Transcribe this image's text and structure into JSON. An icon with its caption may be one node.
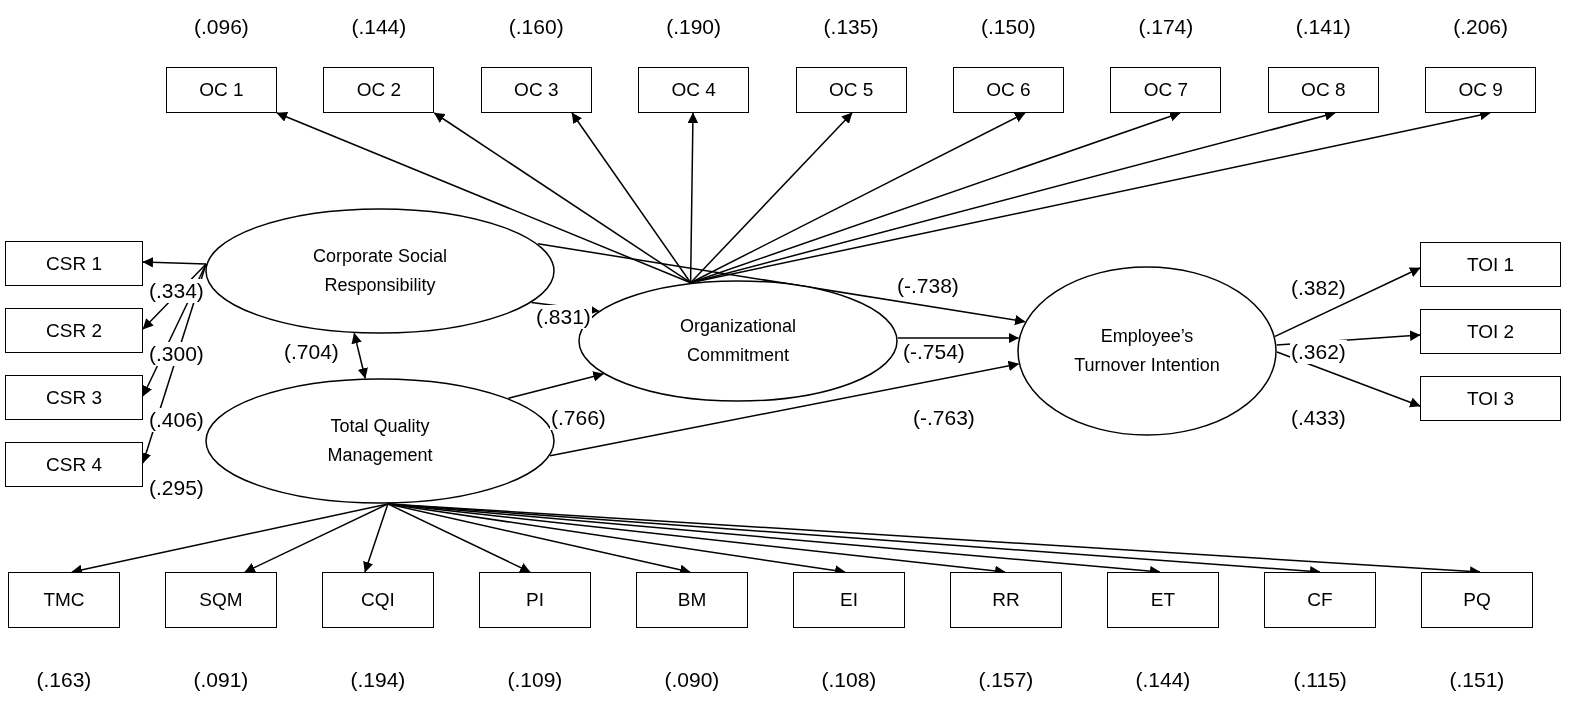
{
  "diagram": {
    "nodes": [
      {
        "text": [
          "OC 1"
        ],
        "beside": [
          "(.096)"
        ]
      },
      {
        "text": [
          "OC 2"
        ],
        "beside": [
          "(.144)"
        ]
      },
      {
        "text": [
          "OC 3"
        ],
        "beside": [
          "(.160)"
        ]
      },
      {
        "text": [
          "OC 4"
        ],
        "beside": [
          "(.190)"
        ]
      },
      {
        "text": [
          "OC 5"
        ],
        "beside": [
          "(.135)"
        ]
      },
      {
        "text": [
          "OC 6"
        ],
        "beside": [
          "(.150)"
        ]
      },
      {
        "text": [
          "OC 7"
        ],
        "beside": [
          "(.174)"
        ]
      },
      {
        "text": [
          "OC 8"
        ],
        "beside": [
          "(.141)"
        ]
      },
      {
        "text": [
          "OC 9"
        ],
        "beside": [
          "(.206)"
        ]
      },
      {
        "text": [
          "Corporate Social Responsibility"
        ]
      },
      {
        "text": [
          "CSR 1"
        ]
      },
      {
        "text": [
          "CSR 2"
        ]
      },
      {
        "text": [
          "CSR 3"
        ]
      },
      {
        "text": [
          "CSR 4"
        ]
      },
      {
        "text": [
          "Organizational Commitment"
        ]
      },
      {
        "text": [
          "Employee’s Turnover Intention"
        ]
      },
      {
        "text": [
          "TOI 1"
        ]
      },
      {
        "text": [
          "TOI 2"
        ]
      },
      {
        "text": [
          "TOI 3"
        ]
      },
      {
        "text": [
          "Total Quality Management"
        ]
      },
      {
        "text": [
          "TMC"
        ],
        "beside": [
          "(.163)"
        ]
      },
      {
        "text": [
          "SQM"
        ],
        "beside": [
          "(.091)"
        ]
      },
      {
        "text": [
          "CQI"
        ],
        "beside": [
          "(.194)"
        ]
      },
      {
        "text": [
          "PI"
        ],
        "beside": [
          "(.109)"
        ]
      },
      {
        "text": [
          "BM"
        ],
        "beside": [
          "(.090)"
        ]
      },
      {
        "text": [
          "EI"
        ],
        "beside": [
          "(.108)"
        ]
      },
      {
        "text": [
          "RR"
        ],
        "beside": [
          "(.157)"
        ]
      },
      {
        "text": [
          "ET"
        ],
        "beside": [
          "(.144)"
        ]
      },
      {
        "text": [
          "CF"
        ],
        "beside": [
          "(.115)"
        ]
      },
      {
        "text": [
          "PQ"
        ],
        "beside": [
          "(.151)"
        ]
      }
    ],
    "edges": [
      {
        "from": 14,
        "to": 0,
        "arrow": "to"
      },
      {
        "from": 14,
        "to": 1,
        "arrow": "to"
      },
      {
        "from": 14,
        "to": 2,
        "arrow": "to"
      },
      {
        "from": 14,
        "to": 3,
        "arrow": "to"
      },
      {
        "from": 14,
        "to": 4,
        "arrow": "to"
      },
      {
        "from": 14,
        "to": 5,
        "arrow": "to"
      },
      {
        "from": 14,
        "to": 6,
        "arrow": "to"
      },
      {
        "from": 14,
        "to": 7,
        "arrow": "to"
      },
      {
        "from": 14,
        "to": 8,
        "arrow": "to"
      },
      {
        "from": 9,
        "to": 10,
        "arrow": "to",
        "label": "(.334)"
      },
      {
        "from": 9,
        "to": 11,
        "arrow": "to",
        "label": "(.300)"
      },
      {
        "from": 9,
        "to": 12,
        "arrow": "to",
        "label": "(.406)"
      },
      {
        "from": 9,
        "to": 13,
        "arrow": "to",
        "label": "(.295)"
      },
      {
        "from": 9,
        "to": 19,
        "arrow": "both",
        "label": "(.704)"
      },
      {
        "from": 9,
        "to": 14,
        "arrow": "to",
        "label": "(.831)"
      },
      {
        "from": 19,
        "to": 14,
        "arrow": "to",
        "label": "(.766)"
      },
      {
        "from": 9,
        "to": 15,
        "arrow": "to",
        "label": "(-.738)"
      },
      {
        "from": 14,
        "to": 15,
        "arrow": "to",
        "label": "(-.754)"
      },
      {
        "from": 19,
        "to": 15,
        "arrow": "to",
        "label": "(-.763)"
      },
      {
        "from": 15,
        "to": 16,
        "arrow": "to",
        "label": "(.382)"
      },
      {
        "from": 15,
        "to": 17,
        "arrow": "to",
        "label": "(.362)"
      },
      {
        "from": 15,
        "to": 18,
        "arrow": "to",
        "label": "(.433)"
      },
      {
        "from": 19,
        "to": 20,
        "arrow": "to"
      },
      {
        "from": 19,
        "to": 21,
        "arrow": "to"
      },
      {
        "from": 19,
        "to": 22,
        "arrow": "to"
      },
      {
        "from": 19,
        "to": 23,
        "arrow": "to"
      },
      {
        "from": 19,
        "to": 24,
        "arrow": "to"
      },
      {
        "from": 19,
        "to": 25,
        "arrow": "to"
      },
      {
        "from": 19,
        "to": 26,
        "arrow": "to"
      },
      {
        "from": 19,
        "to": 27,
        "arrow": "to"
      },
      {
        "from": 19,
        "to": 28,
        "arrow": "to"
      },
      {
        "from": 19,
        "to": 29,
        "arrow": "to"
      }
    ]
  }
}
